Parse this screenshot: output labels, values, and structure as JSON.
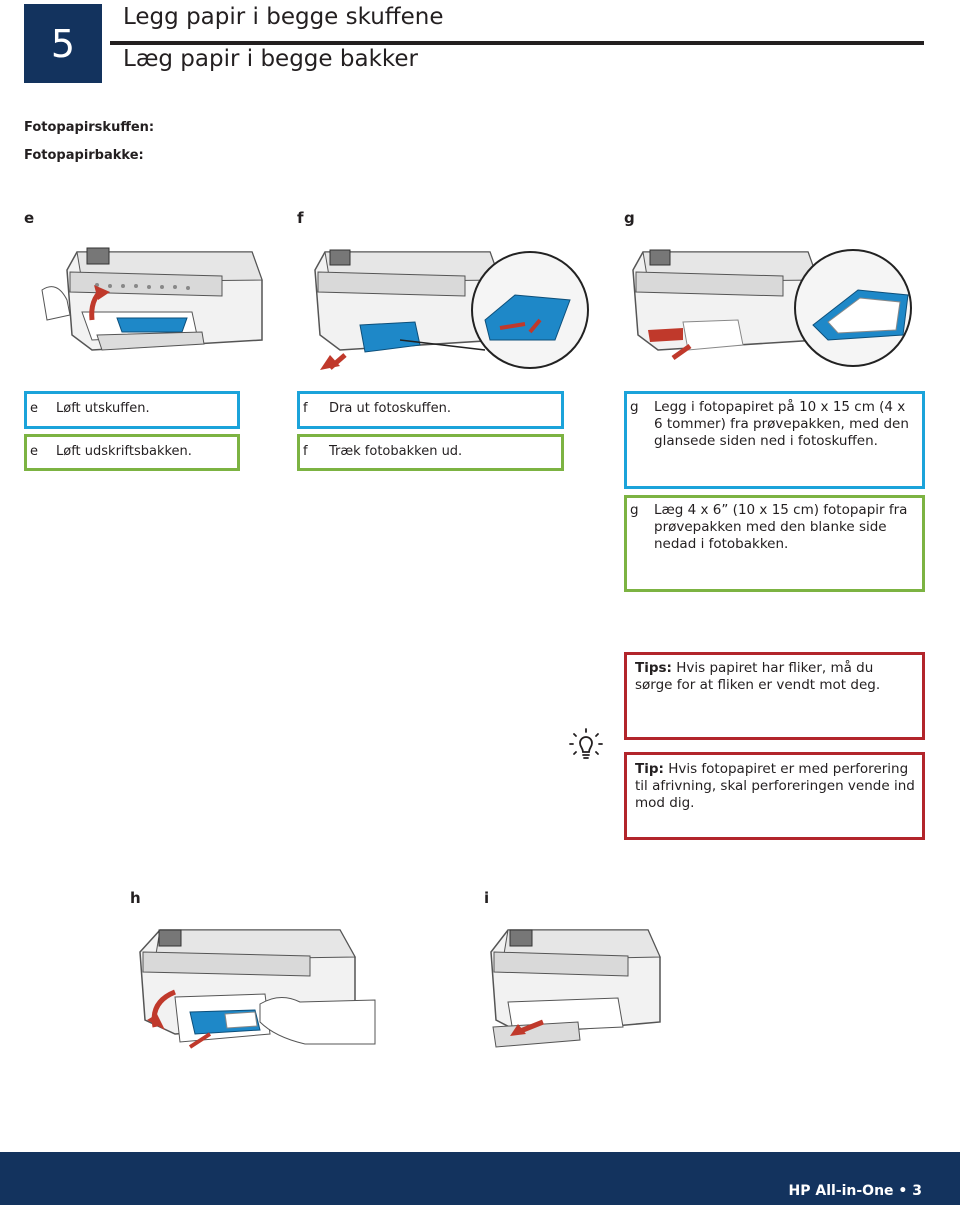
{
  "header": {
    "step_number": "5",
    "title_no": "Legg papir i begge skuffene",
    "title_da": "Læg papir i begge bakker"
  },
  "subheadings": {
    "no": "Fotopapirskuffen:",
    "da": "Fotopapirbakke:"
  },
  "steps": {
    "e": {
      "letter": "e",
      "text_no": "Løft utskuffen.",
      "text_da": "Løft udskriftsbakken."
    },
    "f": {
      "letter": "f",
      "text_no": "Dra ut fotoskuffen.",
      "text_da": "Træk fotobakken ud."
    },
    "g": {
      "letter": "g",
      "text_no": "Legg i fotopapiret på 10 x 15 cm (4 x 6 tommer) fra prøvepakken, med den glansede siden ned i fotoskuffen.",
      "text_da": "Læg 4 x 6” (10 x 15 cm) fotopapir fra prøvepakken med den blanke side nedad i fotobakken."
    },
    "h": {
      "letter": "h"
    },
    "i": {
      "letter": "i"
    }
  },
  "tips": {
    "no_label": "Tips:",
    "no_text": " Hvis papiret har fliker, må du sørge for at fliken er vendt mot deg.",
    "da_label": "Tip:",
    "da_text": " Hvis fotopapiret er med perforering til afrivning, skal perforeringen vende ind mod dig."
  },
  "footer": {
    "text": "HP All-in-One • 3"
  },
  "colors": {
    "navy": "#13335e",
    "blue_box": "#1ba3da",
    "green_box": "#7cb342",
    "red_box": "#b2252b",
    "arrow_red": "#c0392b",
    "tray_blue": "#1e88c8"
  },
  "icons": [
    "lightbulb-icon"
  ]
}
